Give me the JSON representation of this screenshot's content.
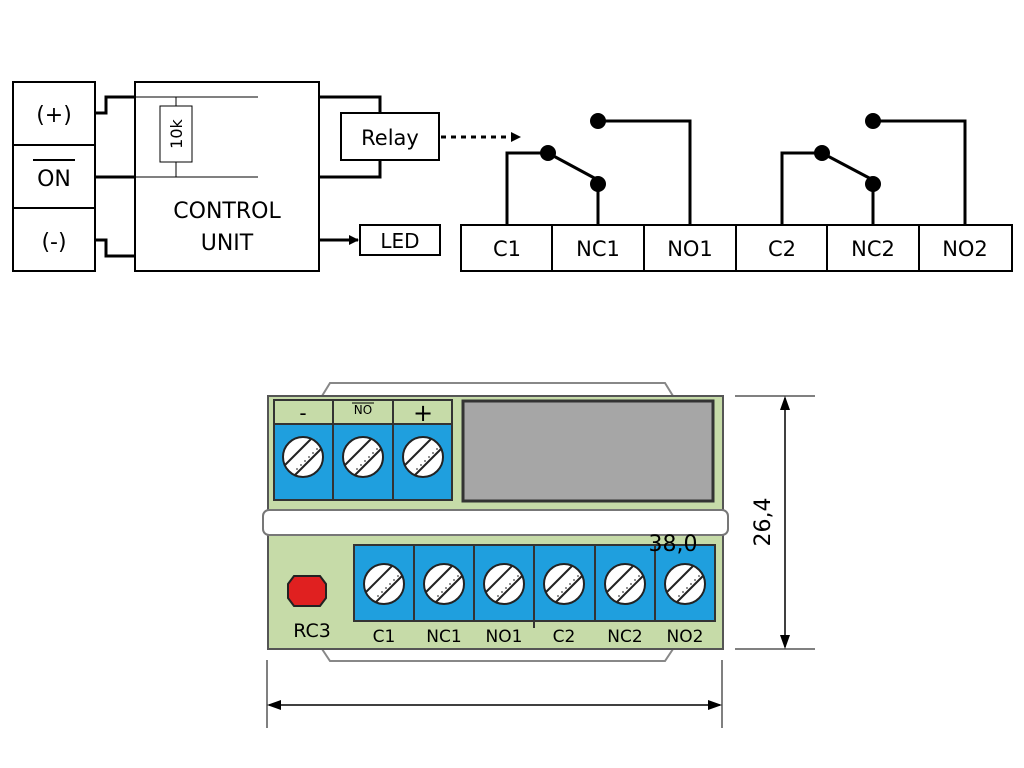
{
  "schematic": {
    "power_terminals": [
      "(+)",
      "ON",
      "(-)"
    ],
    "resistor_label": "10k",
    "control_unit_label_line1": "CONTROL",
    "control_unit_label_line2": "UNIT",
    "relay_label": "Relay",
    "led_label": "LED",
    "output_terminals": [
      "C1",
      "NC1",
      "NO1",
      "C2",
      "NC2",
      "NO2"
    ]
  },
  "device": {
    "top_terminal_labels": [
      "-",
      "NO",
      "+"
    ],
    "indicator_label": "RC3",
    "bottom_terminal_labels": [
      "C1",
      "NC1",
      "NO1",
      "C2",
      "NC2",
      "NO2"
    ],
    "colors": {
      "housing": "#c6dba8",
      "terminal": "#1f9fde",
      "display": "#a6a6a6",
      "indicator": "#e02020"
    }
  },
  "dimensions": {
    "height_label": "26,4",
    "width_label": "38,0"
  }
}
